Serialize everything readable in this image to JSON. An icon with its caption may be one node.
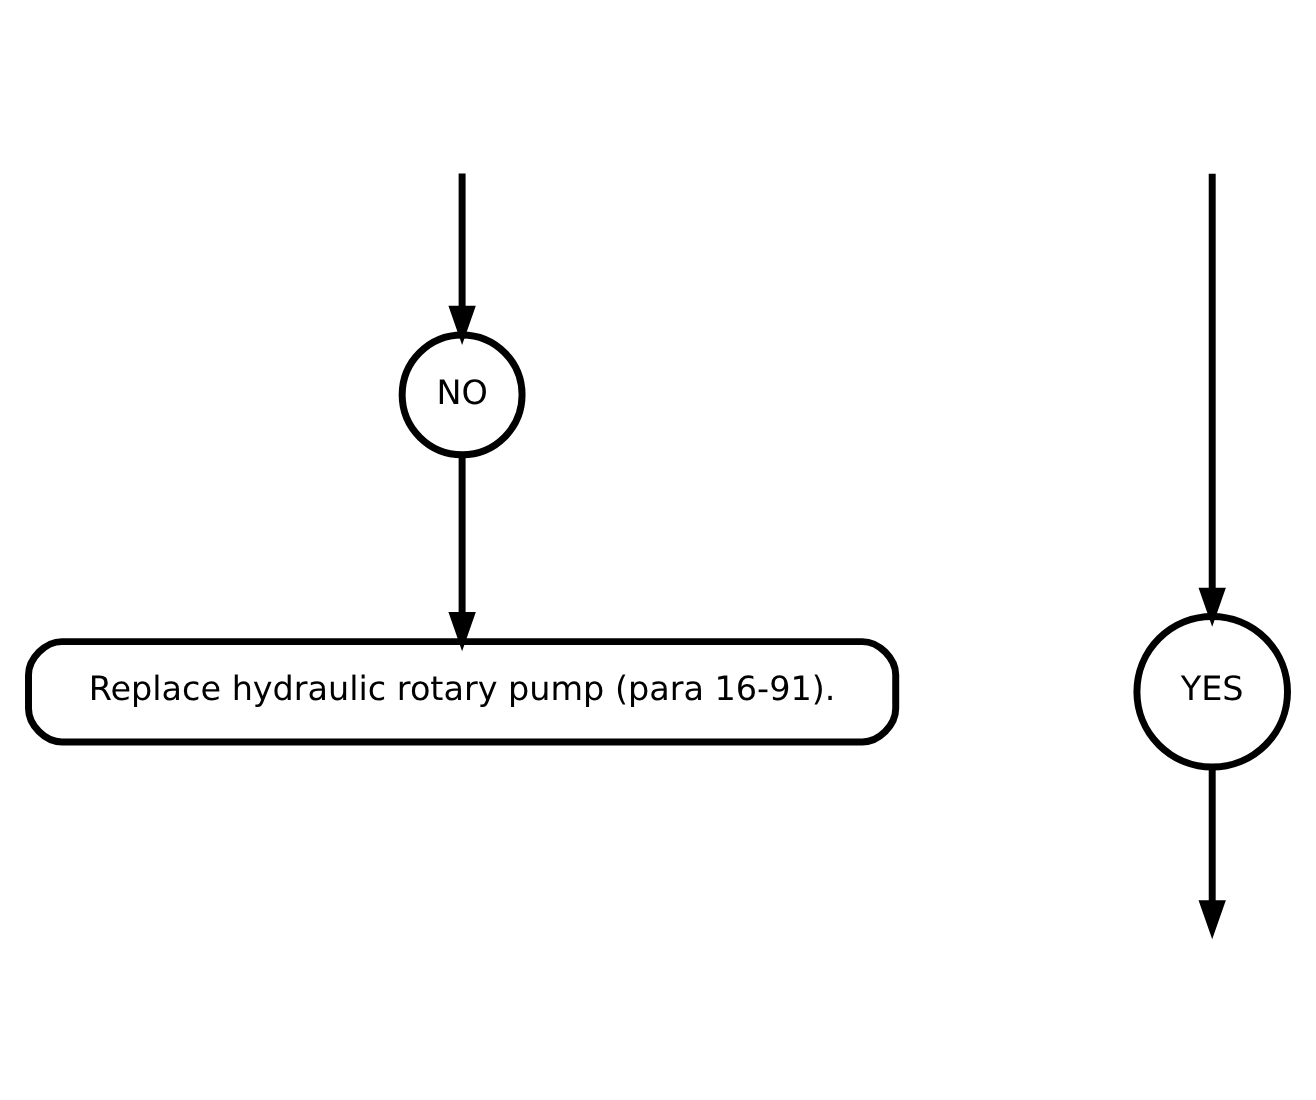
{
  "diagram": {
    "nodes": [
      {
        "text": [
          "NO"
        ]
      },
      {
        "text": [
          "YES"
        ]
      },
      {
        "text": [
          "Replace hydraulic rotary pump (para 16-91)."
        ]
      }
    ],
    "edges": [
      {
        "from": null,
        "to": 0,
        "arrow": "to"
      },
      {
        "from": null,
        "to": 1,
        "arrow": "to"
      },
      {
        "from": 0,
        "to": 2,
        "arrow": "to"
      },
      {
        "from": 1,
        "to": null,
        "arrow": "to"
      }
    ]
  }
}
